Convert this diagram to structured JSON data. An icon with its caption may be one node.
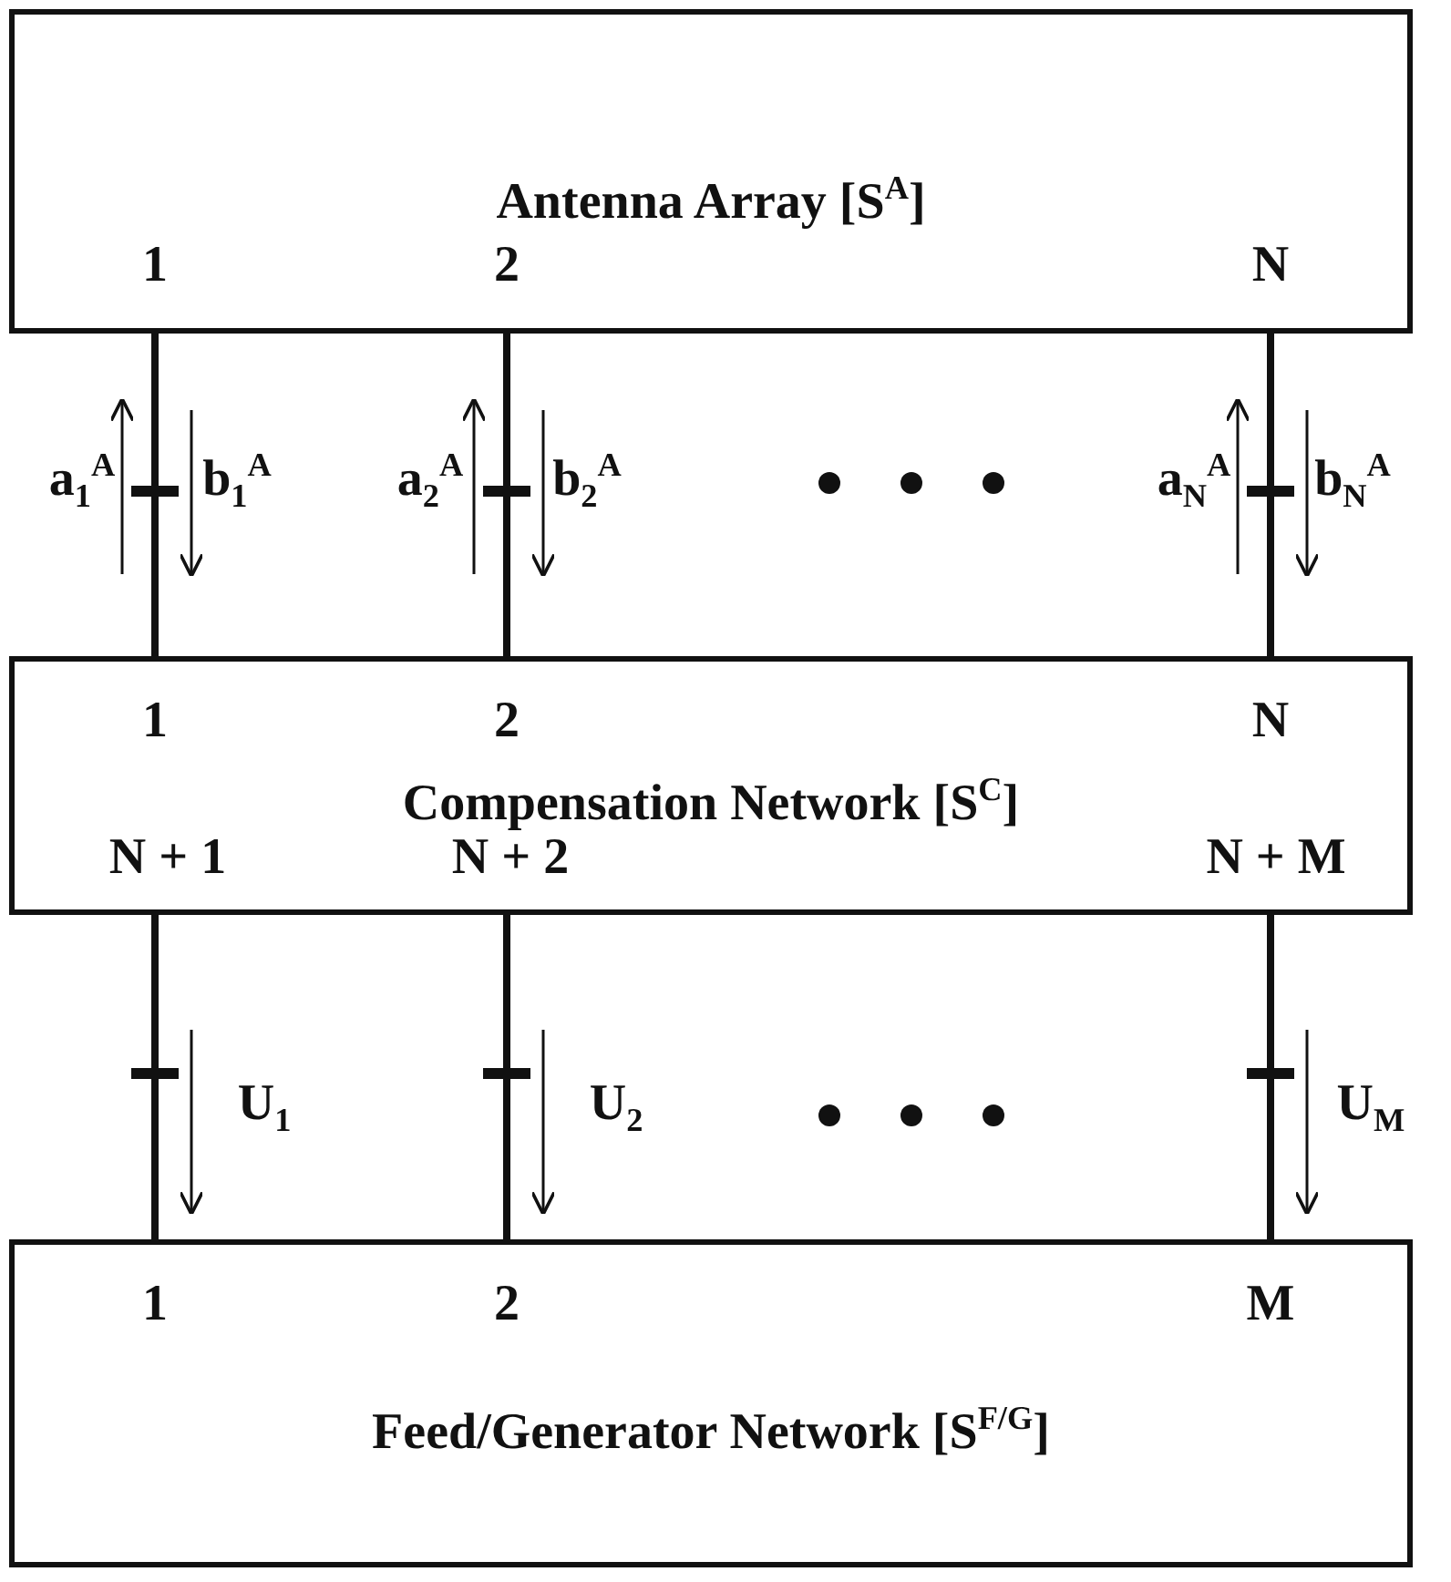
{
  "diagram": {
    "nodes": [
      {
        "text": [
          "Antenna Array [S$^{A}$]"
        ]
      },
      {
        "text": [
          "Compensation Network [S$^{C}$]"
        ]
      },
      {
        "text": [
          "Feed/Generator Network [S$^{F/G}$]"
        ]
      }
    ],
    "edges": [
      {
        "from": 0,
        "to": 1,
        "arrow": "none"
      },
      {
        "from": 0,
        "to": 1,
        "arrow": "none"
      },
      {
        "from": 0,
        "to": 1,
        "arrow": "none"
      },
      {
        "from": 1,
        "to": 2,
        "arrow": "none"
      },
      {
        "from": 1,
        "to": 2,
        "arrow": "none"
      },
      {
        "from": 1,
        "to": 2,
        "arrow": "none"
      }
    ],
    "labels": [
      "1",
      "2",
      "N",
      "a$_{1}$$^{A}$",
      "b$_{1}$$^{A}$",
      "a$_{2}$$^{A}$",
      "b$_{2}$$^{A}$",
      "a$_{N}$$^{A}$",
      "b$_{N}$$^{A}$",
      "1",
      "2",
      "N",
      "N + 1",
      "N + 2",
      "N + M",
      "U$_{1}$",
      "U$_{2}$",
      "U$_{M}$",
      "1",
      "2",
      "M"
    ]
  }
}
